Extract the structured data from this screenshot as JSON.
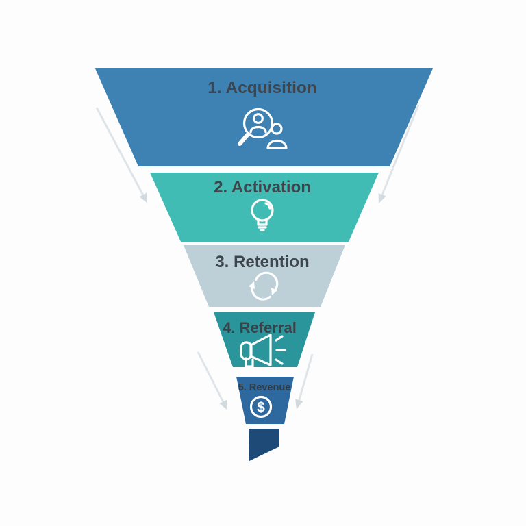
{
  "diagram": {
    "type": "inverted-funnel",
    "background": "#fdfdfd",
    "icon_color": "#ffffff",
    "stages": [
      {
        "label": "1. Acquisition",
        "color": "#3e82b3",
        "label_color": "#3e454c",
        "icon": "search-user-icon"
      },
      {
        "label": "2. Activation",
        "color": "#41bcb4",
        "label_color": "#3e454c",
        "icon": "lightbulb-icon"
      },
      {
        "label": "3. Retention",
        "color": "#bdd0d8",
        "label_color": "#3e454c",
        "icon": "refresh-cycle-icon"
      },
      {
        "label": "4. Referral",
        "color": "#2b959c",
        "label_color": "#3a4148",
        "icon": "megaphone-icon"
      },
      {
        "label": "5. Revenue",
        "color": "#2d689e",
        "label_color": "#333b42",
        "icon": "dollar-icon"
      }
    ],
    "tip": {
      "color": "#1e4a78"
    },
    "arrows": {
      "color": "#dfe4e8",
      "head_color": "#d3dade"
    },
    "icons": {
      "dollar_glyph": "$"
    }
  }
}
